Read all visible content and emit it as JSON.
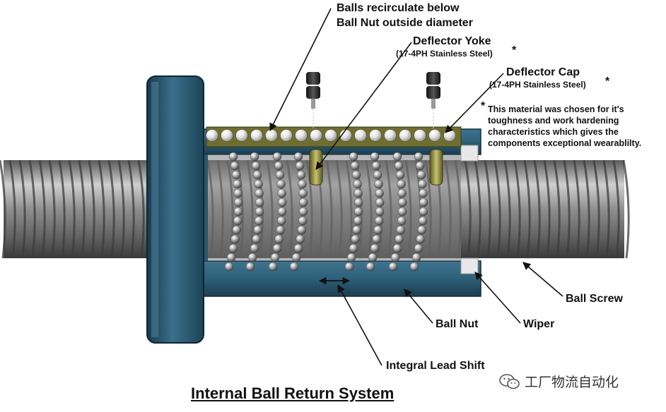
{
  "labels": {
    "balls_recirculate_line1": "Balls recirculate below",
    "balls_recirculate_line2": "Ball Nut outside diameter",
    "deflector_yoke": "Deflector Yoke",
    "deflector_yoke_material": "(17-4PH Stainless Steel)",
    "deflector_yoke_star": "*",
    "deflector_cap": "Deflector Cap",
    "deflector_cap_material": "(17-4PH Stainless Steel)",
    "deflector_cap_star": "*",
    "note_star": "*",
    "note_line1": "This material was chosen for it's",
    "note_line2": "toughness and work hardening",
    "note_line3": "characteristics which gives the",
    "note_line4": "components exceptional wearablilty.",
    "ball_screw": "Ball Screw",
    "wiper": "Wiper",
    "ball_nut": "Ball Nut",
    "integral_lead_shift": "Integral Lead Shift"
  },
  "title": "Internal Ball Return System",
  "watermark": "工厂物流自动化",
  "colors": {
    "nut_blue": "#2f5f78",
    "nut_dark": "#1d3f52",
    "yoke_olive": "#8a8a3a",
    "cap_olive": "#6e6e2e",
    "screw_gray": "#8a8a8a"
  }
}
